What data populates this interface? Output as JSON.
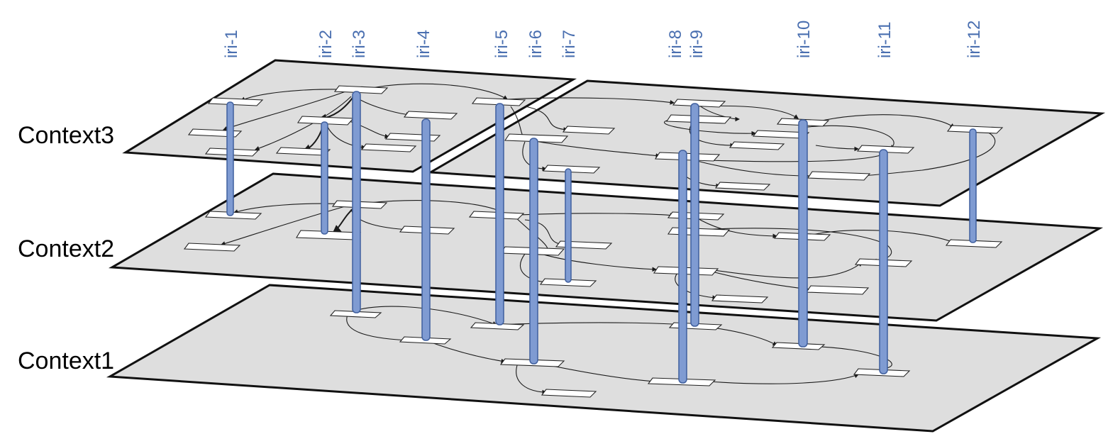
{
  "contexts": [
    {
      "id": "context3",
      "label": "Context3"
    },
    {
      "id": "context2",
      "label": "Context2"
    },
    {
      "id": "context1",
      "label": "Context1"
    }
  ],
  "iris": [
    {
      "id": "iri-1",
      "label": "iri-1"
    },
    {
      "id": "iri-2",
      "label": "iri-2"
    },
    {
      "id": "iri-3",
      "label": "iri-3"
    },
    {
      "id": "iri-4",
      "label": "iri-4"
    },
    {
      "id": "iri-5",
      "label": "iri-5"
    },
    {
      "id": "iri-6",
      "label": "iri-6"
    },
    {
      "id": "iri-7",
      "label": "iri-7"
    },
    {
      "id": "iri-8",
      "label": "iri-8"
    },
    {
      "id": "iri-9",
      "label": "iri-9"
    },
    {
      "id": "iri-10",
      "label": "iri-10"
    },
    {
      "id": "iri-11",
      "label": "iri-11"
    },
    {
      "id": "iri-12",
      "label": "iri-12"
    }
  ],
  "colors": {
    "plane_fill": "#dedede",
    "pillar_fill": "#7f9bd2",
    "iri_label": "#4a6fb0"
  }
}
